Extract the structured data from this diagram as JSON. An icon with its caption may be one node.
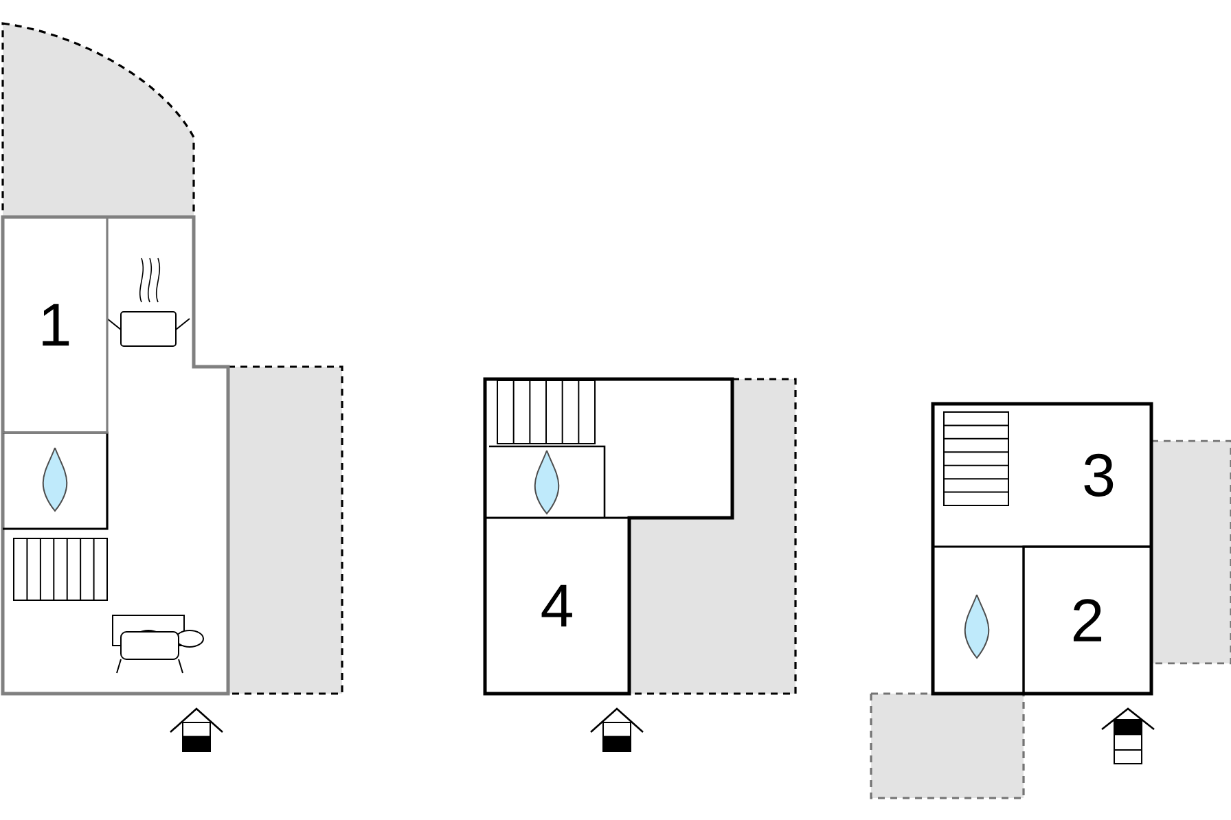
{
  "diagram": {
    "nodes": [
      {
        "text": [
          "1"
        ]
      },
      {
        "text": [
          "4"
        ]
      },
      {
        "text": [
          "3"
        ]
      },
      {
        "text": [
          "2"
        ]
      }
    ]
  }
}
